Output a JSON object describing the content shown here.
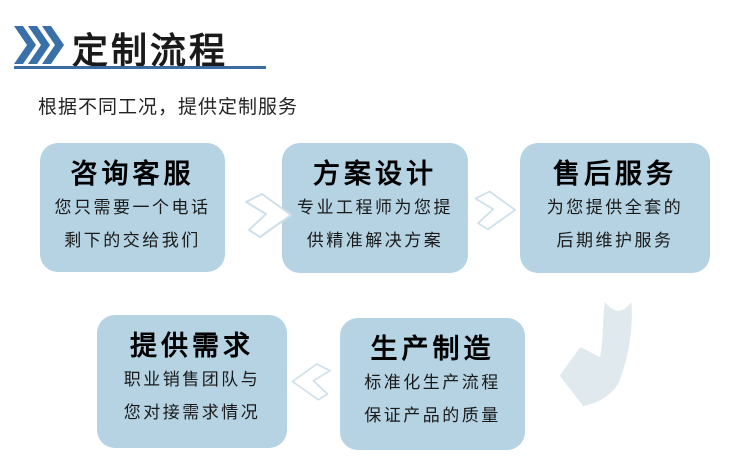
{
  "header": {
    "chevrons_icon": "triple-chevron-right",
    "title": "定制流程",
    "tagline": "根据不同工况，提供定制服务",
    "accent_color": "#3a70a8",
    "underline_color": "#3b6ca3"
  },
  "flow": {
    "box_fill_color": "#b5d3e3",
    "hollow_arrow_outline_color": "#cfe0e9",
    "curved_arrow_fill_color": "#e0e9ee",
    "steps": [
      {
        "title": "咨询客服",
        "desc1": "您只需要一个电话",
        "desc2": "剩下的交给我们"
      },
      {
        "title": "方案设计",
        "desc1": "专业工程师为您提",
        "desc2": "供精准解决方案"
      },
      {
        "title": "售后服务",
        "desc1": "为您提供全套的",
        "desc2": "后期维护服务"
      },
      {
        "title": "提供需求",
        "desc1": "职业销售团队与",
        "desc2": "您对接需求情况"
      },
      {
        "title": "生产制造",
        "desc1": "标准化生产流程",
        "desc2": "保证产品的质量"
      }
    ]
  }
}
